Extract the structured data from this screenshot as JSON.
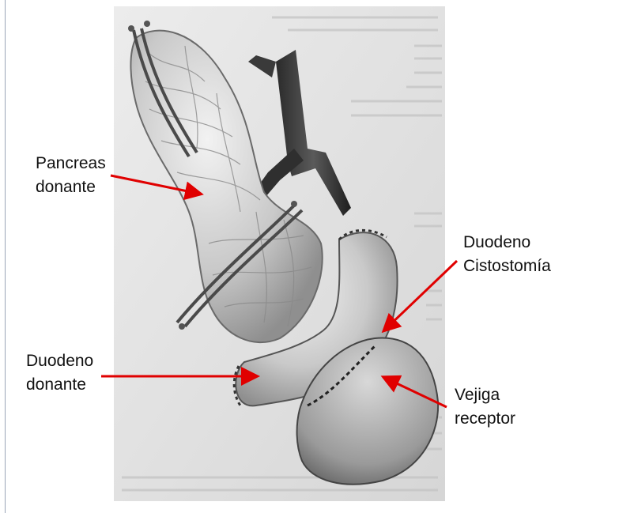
{
  "labels": {
    "pancreas_donante": "Pancreas\ndonante",
    "duodeno_cistostomia": "Duodeno\nCistostomía",
    "duodeno_donante": "Duodeno\ndonante",
    "vejiga_receptor": "Vejiga\nreceptor"
  },
  "colors": {
    "arrow": "#e00000",
    "text": "#111111",
    "paper": "#e9e9e9"
  }
}
